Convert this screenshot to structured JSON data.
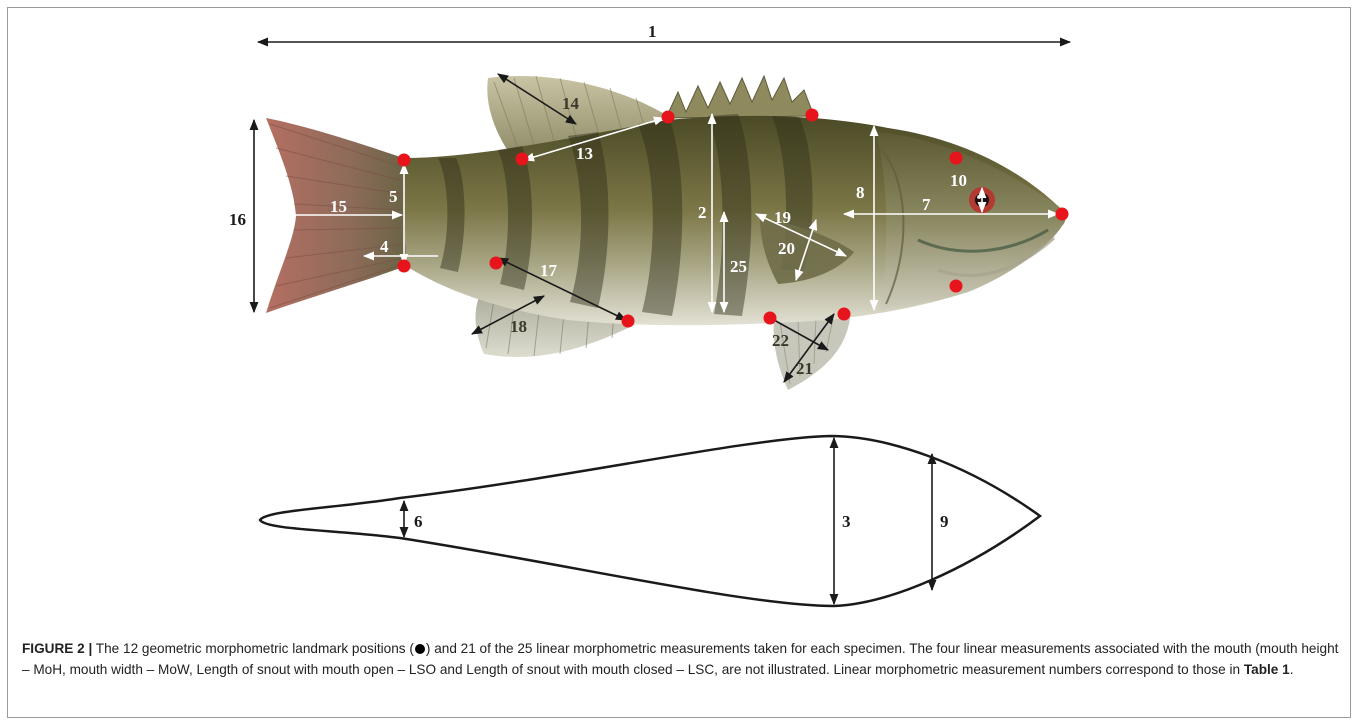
{
  "figure": {
    "label": "FIGURE 2 |",
    "caption_text_1": " The 12 geometric morphometric landmark positions (",
    "caption_text_2": ") and 21 of the 25 linear morphometric measurements taken for each specimen. The four linear measurements associated with the mouth (mouth height – MoH, mouth width – MoW, Length of snout with mouth open – LSO and Length of snout with mouth closed – LSC, are not illustrated. Linear morphometric measurement numbers correspond to those in ",
    "table_ref": "Table 1",
    "caption_end": "."
  },
  "fish_measurements": {
    "m1": "1",
    "m2": "2",
    "m4": "4",
    "m5": "5",
    "m7": "7",
    "m8": "8",
    "m10": "10",
    "m13": "13",
    "m14": "14",
    "m15": "15",
    "m16": "16",
    "m17": "17",
    "m18": "18",
    "m19": "19",
    "m20": "20",
    "m21": "21",
    "m22": "22",
    "m25": "25"
  },
  "cross_section_measurements": {
    "m3": "3",
    "m6": "6",
    "m9": "9"
  },
  "colors": {
    "landmark": "#e8141b",
    "fish_back": "#5a5a2e",
    "fish_belly": "#d9d8c9",
    "tail": "#a86a5e",
    "arrow_dark": "#1a1a1a",
    "arrow_light": "#ffffff"
  }
}
